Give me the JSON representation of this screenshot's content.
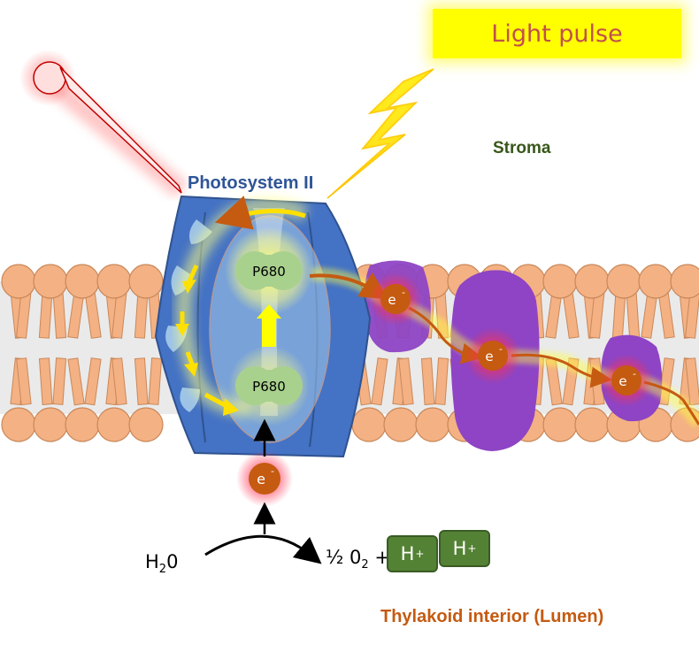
{
  "title_box": {
    "label": "Light pulse",
    "color": "#ffff00",
    "text_color": "#c0504d"
  },
  "regions": {
    "stroma": "Stroma",
    "lumen": "Thylakoid interior (Lumen)"
  },
  "photosystem": {
    "name": "Photosystem II",
    "reaction_center_top": "P680",
    "reaction_center_bottom": "P680",
    "color": "#4472c4"
  },
  "electron": {
    "symbol": "e",
    "charge": "-"
  },
  "reaction": {
    "reactant_main": "H",
    "reactant_sub": "2",
    "reactant_end": "0",
    "product_prefix": "½ 0",
    "product_sub": "2",
    "plus": "+",
    "protons": [
      "H",
      "H"
    ],
    "proton_charge": "+"
  },
  "colors": {
    "membrane_lipid": "#f4b183",
    "carrier_protein": "#8e44c4",
    "electron": "#c55a11",
    "proton": "#548235",
    "stroma_label": "#38571a",
    "lumen_label": "#c55a11"
  }
}
